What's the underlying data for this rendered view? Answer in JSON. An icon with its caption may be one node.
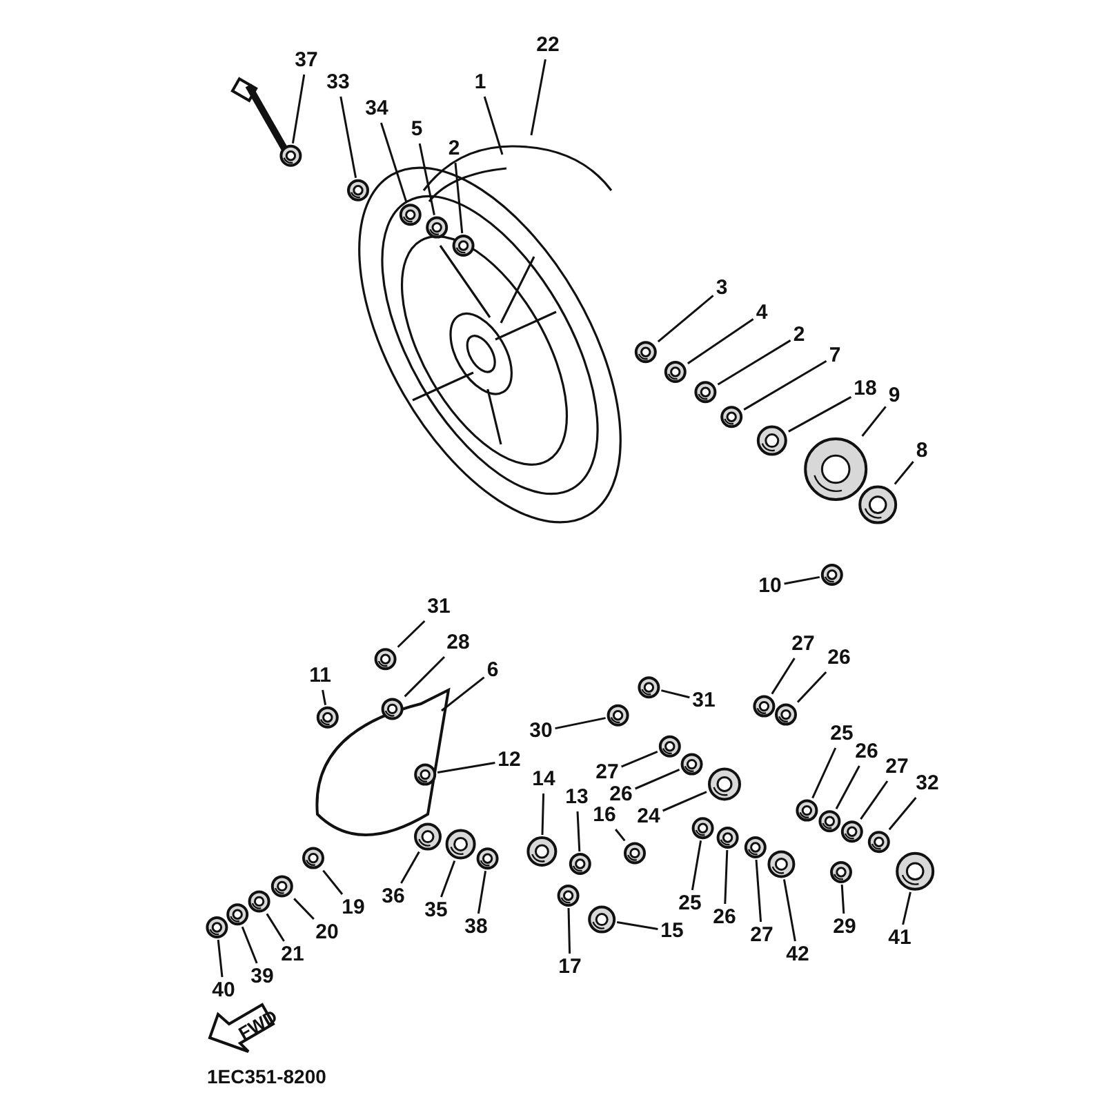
{
  "diagram": {
    "nodes": [
      {
        "text": [
          "37"
        ]
      },
      {
        "text": [
          "33"
        ]
      },
      {
        "text": [
          "34"
        ]
      },
      {
        "text": [
          "5"
        ]
      },
      {
        "text": [
          "2"
        ]
      },
      {
        "text": [
          "1"
        ]
      },
      {
        "text": [
          "22"
        ]
      },
      {
        "text": [
          "3"
        ]
      },
      {
        "text": [
          "4"
        ]
      },
      {
        "text": [
          "2"
        ]
      },
      {
        "text": [
          "7"
        ]
      },
      {
        "text": [
          "18"
        ]
      },
      {
        "text": [
          "9"
        ]
      },
      {
        "text": [
          "8"
        ]
      },
      {
        "text": [
          "10"
        ]
      },
      {
        "text": [
          "31"
        ]
      },
      {
        "text": [
          "28"
        ]
      },
      {
        "text": [
          "11"
        ]
      },
      {
        "text": [
          "6"
        ]
      },
      {
        "text": [
          "27"
        ]
      },
      {
        "text": [
          "26"
        ]
      },
      {
        "text": [
          "31"
        ]
      },
      {
        "text": [
          "30"
        ]
      },
      {
        "text": [
          "27"
        ]
      },
      {
        "text": [
          "26"
        ]
      },
      {
        "text": [
          "24"
        ]
      },
      {
        "text": [
          "25"
        ]
      },
      {
        "text": [
          "26"
        ]
      },
      {
        "text": [
          "27"
        ]
      },
      {
        "text": [
          "32"
        ]
      },
      {
        "text": [
          "12"
        ]
      },
      {
        "text": [
          "14"
        ]
      },
      {
        "text": [
          "13"
        ]
      },
      {
        "text": [
          "16"
        ]
      },
      {
        "text": [
          "36"
        ]
      },
      {
        "text": [
          "35"
        ]
      },
      {
        "text": [
          "38"
        ]
      },
      {
        "text": [
          "19"
        ]
      },
      {
        "text": [
          "20"
        ]
      },
      {
        "text": [
          "21"
        ]
      },
      {
        "text": [
          "25"
        ]
      },
      {
        "text": [
          "26"
        ]
      },
      {
        "text": [
          "27"
        ]
      },
      {
        "text": [
          "42"
        ]
      },
      {
        "text": [
          "15"
        ]
      },
      {
        "text": [
          "29"
        ]
      },
      {
        "text": [
          "41"
        ]
      },
      {
        "text": [
          "39"
        ]
      },
      {
        "text": [
          "17"
        ]
      },
      {
        "text": [
          "40"
        ]
      },
      {
        "text": [],
        "shape": "picture"
      },
      {
        "text": [],
        "shape": "picture"
      },
      {
        "text": [],
        "shape": "picture"
      },
      {
        "text": [],
        "shape": "picture"
      },
      {
        "text": [],
        "shape": "picture"
      },
      {
        "text": [],
        "shape": "picture"
      },
      {
        "text": [],
        "shape": "picture"
      },
      {
        "text": [],
        "shape": "picture"
      },
      {
        "text": [],
        "shape": "picture"
      },
      {
        "text": [],
        "shape": "picture"
      },
      {
        "text": [],
        "shape": "picture"
      },
      {
        "text": [],
        "shape": "picture"
      },
      {
        "text": [],
        "shape": "picture"
      },
      {
        "text": [],
        "shape": "picture"
      },
      {
        "text": [],
        "shape": "picture"
      },
      {
        "text": [],
        "shape": "picture"
      },
      {
        "text": [],
        "shape": "picture"
      },
      {
        "text": [],
        "shape": "picture"
      },
      {
        "text": [],
        "shape": "picture"
      },
      {
        "text": [],
        "shape": "picture"
      },
      {
        "text": [],
        "shape": "picture"
      },
      {
        "text": [],
        "shape": "picture"
      },
      {
        "text": [],
        "shape": "picture"
      },
      {
        "text": [],
        "shape": "picture"
      },
      {
        "text": [],
        "shape": "picture"
      },
      {
        "text": [],
        "shape": "picture"
      },
      {
        "text": [],
        "shape": "picture"
      },
      {
        "text": [],
        "shape": "picture"
      },
      {
        "text": [],
        "shape": "picture"
      },
      {
        "text": [],
        "shape": "picture"
      },
      {
        "text": [],
        "shape": "picture"
      },
      {
        "text": [],
        "shape": "picture"
      },
      {
        "text": [],
        "shape": "picture"
      },
      {
        "text": [],
        "shape": "picture"
      },
      {
        "text": [],
        "shape": "picture"
      },
      {
        "text": [],
        "shape": "picture"
      },
      {
        "text": [],
        "shape": "picture"
      },
      {
        "text": [],
        "shape": "picture"
      },
      {
        "text": [],
        "shape": "picture"
      },
      {
        "text": [],
        "shape": "picture"
      },
      {
        "text": [],
        "shape": "picture"
      },
      {
        "text": [],
        "shape": "picture"
      },
      {
        "text": [],
        "shape": "picture"
      },
      {
        "text": [],
        "shape": "picture"
      },
      {
        "text": [],
        "shape": "picture"
      },
      {
        "text": [],
        "shape": "picture"
      },
      {
        "text": [],
        "shape": "picture"
      }
    ],
    "edges": [
      {
        "from": 0,
        "to": 50,
        "arrow": "none"
      },
      {
        "from": 1,
        "to": 51,
        "arrow": "none"
      },
      {
        "from": 2,
        "to": 52,
        "arrow": "none"
      },
      {
        "from": 3,
        "to": 53,
        "arrow": "none"
      },
      {
        "from": 4,
        "to": 54,
        "arrow": "none"
      },
      {
        "from": 5,
        "to": null,
        "arrow": "none"
      },
      {
        "from": 6,
        "to": null,
        "arrow": "none"
      },
      {
        "from": 7,
        "to": 55,
        "arrow": "none"
      },
      {
        "from": 8,
        "to": 56,
        "arrow": "none"
      },
      {
        "from": 9,
        "to": 57,
        "arrow": "none"
      },
      {
        "from": 10,
        "to": 58,
        "arrow": "none"
      },
      {
        "from": 11,
        "to": 59,
        "arrow": "none"
      },
      {
        "from": 12,
        "to": 60,
        "arrow": "none"
      },
      {
        "from": 13,
        "to": 61,
        "arrow": "none"
      },
      {
        "from": 14,
        "to": 62,
        "arrow": "none"
      },
      {
        "from": 15,
        "to": 63,
        "arrow": "none"
      },
      {
        "from": 16,
        "to": 64,
        "arrow": "none"
      },
      {
        "from": 17,
        "to": 65,
        "arrow": "none"
      },
      {
        "from": 18,
        "to": null,
        "arrow": "none"
      },
      {
        "from": 19,
        "to": 66,
        "arrow": "none"
      },
      {
        "from": 20,
        "to": 67,
        "arrow": "none"
      },
      {
        "from": 21,
        "to": 68,
        "arrow": "none"
      },
      {
        "from": 22,
        "to": 69,
        "arrow": "none"
      },
      {
        "from": 23,
        "to": 70,
        "arrow": "none"
      },
      {
        "from": 24,
        "to": 71,
        "arrow": "none"
      },
      {
        "from": 25,
        "to": 72,
        "arrow": "none"
      },
      {
        "from": 26,
        "to": 73,
        "arrow": "none"
      },
      {
        "from": 27,
        "to": 74,
        "arrow": "none"
      },
      {
        "from": 28,
        "to": 75,
        "arrow": "none"
      },
      {
        "from": 29,
        "to": 76,
        "arrow": "none"
      },
      {
        "from": 30,
        "to": 77,
        "arrow": "none"
      },
      {
        "from": 31,
        "to": 78,
        "arrow": "none"
      },
      {
        "from": 32,
        "to": 79,
        "arrow": "none"
      },
      {
        "from": 33,
        "to": 80,
        "arrow": "none"
      },
      {
        "from": 34,
        "to": 81,
        "arrow": "none"
      },
      {
        "from": 35,
        "to": 82,
        "arrow": "none"
      },
      {
        "from": 36,
        "to": 83,
        "arrow": "none"
      },
      {
        "from": 37,
        "to": 84,
        "arrow": "none"
      },
      {
        "from": 38,
        "to": 85,
        "arrow": "none"
      },
      {
        "from": 39,
        "to": 86,
        "arrow": "none"
      },
      {
        "from": 40,
        "to": 87,
        "arrow": "none"
      },
      {
        "from": 41,
        "to": 88,
        "arrow": "none"
      },
      {
        "from": 42,
        "to": 89,
        "arrow": "none"
      },
      {
        "from": 43,
        "to": 90,
        "arrow": "none"
      },
      {
        "from": 44,
        "to": 91,
        "arrow": "none"
      },
      {
        "from": 45,
        "to": 92,
        "arrow": "none"
      },
      {
        "from": 46,
        "to": 93,
        "arrow": "none"
      },
      {
        "from": 47,
        "to": 94,
        "arrow": "none"
      },
      {
        "from": 48,
        "to": 95,
        "arrow": "none"
      },
      {
        "from": 49,
        "to": 96,
        "arrow": "none"
      }
    ],
    "labels": [
      "FWD",
      "1EC351-8200"
    ]
  }
}
